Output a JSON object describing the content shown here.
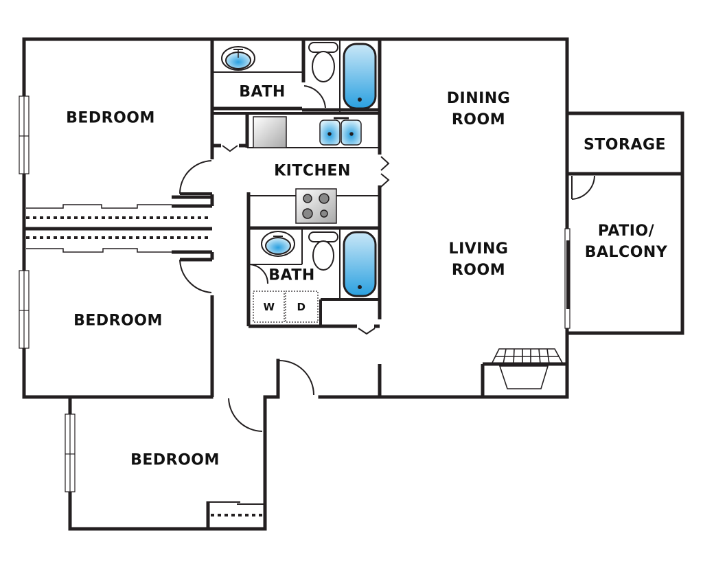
{
  "floorplan": {
    "colors": {
      "wall": "#231f20",
      "fixture_blue": "#5bb7e8",
      "fixture_blue_light": "#d6eef9",
      "appliance_gray": "#c9c9c9",
      "background": "#ffffff"
    },
    "rooms": [
      {
        "id": "bedroom-1",
        "lines": [
          "BEDROOM"
        ]
      },
      {
        "id": "bedroom-2",
        "lines": [
          "BEDROOM"
        ]
      },
      {
        "id": "bedroom-3",
        "lines": [
          "BEDROOM"
        ]
      },
      {
        "id": "bath-1",
        "lines": [
          "BATH"
        ]
      },
      {
        "id": "bath-2",
        "lines": [
          "BATH"
        ]
      },
      {
        "id": "kitchen",
        "lines": [
          "KITCHEN"
        ]
      },
      {
        "id": "dining-room",
        "lines": [
          "DINING",
          "ROOM"
        ]
      },
      {
        "id": "living-room",
        "lines": [
          "LIVING",
          "ROOM"
        ]
      },
      {
        "id": "storage",
        "lines": [
          "STORAGE"
        ]
      },
      {
        "id": "patio-balcony",
        "lines": [
          "PATIO/",
          "BALCONY"
        ]
      }
    ],
    "appliances": {
      "washer": "W",
      "dryer": "D"
    }
  }
}
